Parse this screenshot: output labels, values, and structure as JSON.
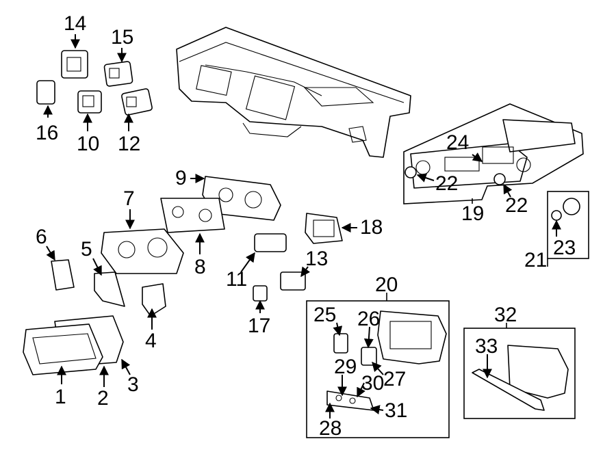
{
  "colors": {
    "ink": "#000000",
    "paper": "#ffffff"
  },
  "callouts": {
    "c1": "1",
    "c2": "2",
    "c3": "3",
    "c4": "4",
    "c5": "5",
    "c6": "6",
    "c7": "7",
    "c8": "8",
    "c9": "9",
    "c10": "10",
    "c11": "11",
    "c12": "12",
    "c13": "13",
    "c14": "14",
    "c15": "15",
    "c16": "16",
    "c17": "17",
    "c18": "18",
    "c19": "19",
    "c20": "20",
    "c21": "21",
    "c22a": "22",
    "c22b": "22",
    "c23": "23",
    "c24": "24",
    "c25": "25",
    "c26": "26",
    "c27": "27",
    "c28": "28",
    "c29": "29",
    "c30": "30",
    "c31": "31",
    "c32": "32",
    "c33": "33"
  }
}
